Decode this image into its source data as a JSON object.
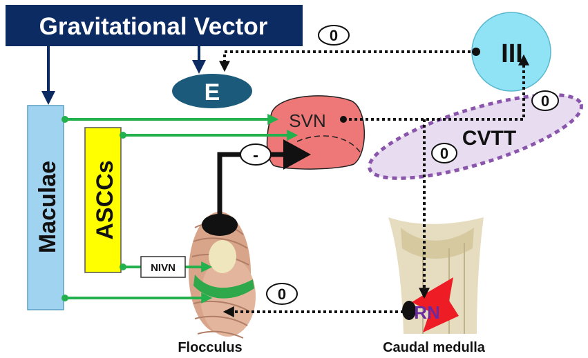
{
  "title": "Gravitational Vector",
  "nodes": {
    "e": "E",
    "oculomotor": "III",
    "svn": "SVN",
    "cvtt": "CVTT",
    "maculae": "Maculae",
    "asccs": "ASCCs",
    "nivn": "NIVN",
    "rn": "RN",
    "flocculus_label": "Flocculus",
    "caudal_medulla_label": "Caudal medulla"
  },
  "signs": {
    "top_zero": "0",
    "cvtt_right_zero": "0",
    "cvtt_left_zero": "0",
    "bottom_zero": "0",
    "inhibitory": "-"
  },
  "colors": {
    "navy": "#0d2b63",
    "maculae_fill": "#9fd3ef",
    "asccs_fill": "#ffff00",
    "excitatory_green": "#22b14c",
    "svn_fill": "#ee7777",
    "cvtt_fill": "#e8dcf0",
    "cvtt_border": "#8a56ac",
    "oculomotor_fill": "#8fe3f5",
    "e_fill": "#1b5a7a",
    "rn_text": "#6a2aa0",
    "red_bolt": "#ee1c24"
  }
}
